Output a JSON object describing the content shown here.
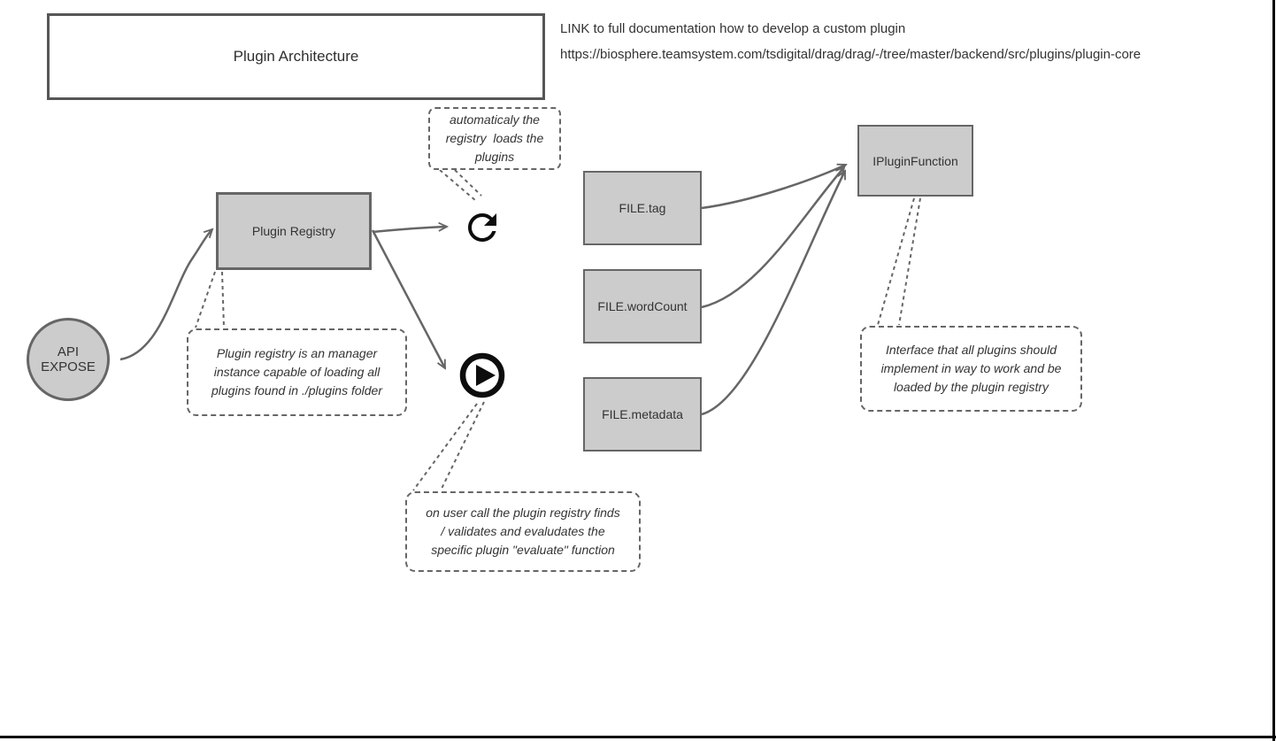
{
  "header": {
    "title": "Plugin Architecture",
    "link_intro": "LINK to full documentation how to develop a custom plugin",
    "link_url": "https://biosphere.teamsystem.com/tsdigital/drag/drag/-/tree/master/backend/src/plugins/plugin-core"
  },
  "nodes": {
    "api_expose": {
      "label": "API EXPOSE"
    },
    "plugin_registry": {
      "label": "Plugin Registry"
    },
    "file_tag": {
      "label": "FILE.tag"
    },
    "file_word_count": {
      "label": "FILE.wordCount"
    },
    "file_metadata": {
      "label": "FILE.metadata"
    },
    "iplugin_function": {
      "label": "IPluginFunction"
    }
  },
  "callouts": {
    "auto_load": {
      "lines": [
        "automaticaly the",
        "registry  loads the",
        "plugins"
      ]
    },
    "registry_note": {
      "lines": [
        "Plugin registry is an manager",
        "instance capable of loading all",
        "plugins found in ./plugins folder"
      ]
    },
    "interface_note": {
      "lines": [
        "Interface that all plugins should",
        "implement in way to work and be",
        "loaded by the plugin registry"
      ]
    },
    "evaluate_note": {
      "lines": [
        "on user call the plugin registry finds",
        "/ validates and evaludates the",
        "specific plugin \"evaluate\" function"
      ]
    }
  },
  "icons": {
    "refresh": "refresh-icon",
    "play": "play-icon"
  },
  "colors": {
    "node_fill": "#cccccc",
    "node_border": "#666666",
    "connector": "#666666",
    "icon": "#0d0d0d",
    "text": "#333333",
    "page_frame": "#000000"
  }
}
